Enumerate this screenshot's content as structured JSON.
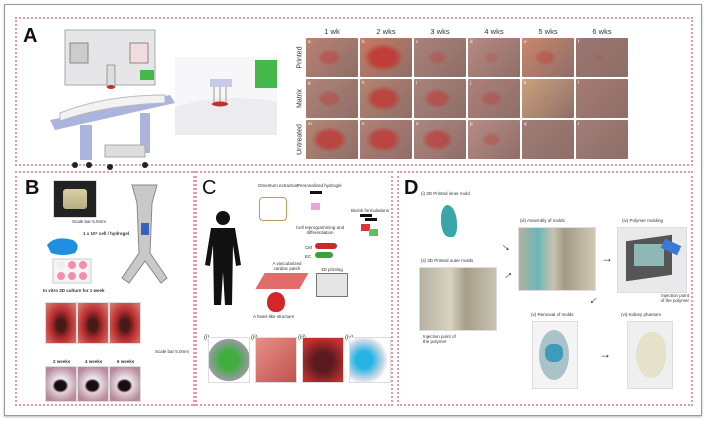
{
  "figure": {
    "panels": {
      "A": {
        "label": "A",
        "column_headers": [
          "1 wk",
          "2 wks",
          "3 wks",
          "4 wks",
          "5 wks",
          "6 wks"
        ],
        "row_headers": [
          "Printed",
          "Matrix",
          "Untreated"
        ],
        "cell_letters": [
          "a",
          "b",
          "c",
          "d",
          "e",
          "f",
          "g",
          "h",
          "i",
          "j",
          "k",
          "l",
          "m",
          "n",
          "o",
          "p",
          "q",
          "r"
        ]
      },
      "B": {
        "label": "B",
        "inoculation_label": "1 x 10⁶ cell / hydrogel",
        "culture_label": "In vitro 3D culture for 1 week",
        "scale_label": "Scale bar 5.0mm",
        "timepoints": [
          "2 weeks",
          "4 weeks",
          "6 weeks"
        ]
      },
      "C": {
        "label": "C",
        "steps": {
          "omentum": "Omentum extraction",
          "hydrogel": "Personalized hydrogel",
          "reprogramming": "Cell reprogramming and differentiation",
          "cm": "CM",
          "ec": "EC",
          "bioink": "Bioink formulations",
          "printing": "3D printing",
          "patch": "A vascularized cardiac patch",
          "heart": "A heart-like structure"
        },
        "subpanels": [
          "(i)",
          "(ii)",
          "(iii)",
          "(iv)"
        ]
      },
      "D": {
        "label": "D",
        "steps": [
          {
            "num": "(i)",
            "label": "3D Printed inner mold"
          },
          {
            "num": "(ii)",
            "label": "3D Printed outer molds"
          },
          {
            "num": "(iii)",
            "label": "Assembly of molds"
          },
          {
            "num": "(iv)",
            "label": "Polymer molding"
          },
          {
            "num": "(v)",
            "label": "Removal of molds"
          },
          {
            "num": "(vi)",
            "label": "Kidney phantom"
          }
        ],
        "injection_label_1": "Injection point of the polymer",
        "injection_label_2": "Injection point of the polymer"
      }
    },
    "colors": {
      "dotted_border": "#e59aa6",
      "machine_blue": "#aab4dd",
      "print_green": "#44b84a",
      "wound_red": "#c4302e",
      "mold_teal": "#3aa6a8"
    }
  }
}
